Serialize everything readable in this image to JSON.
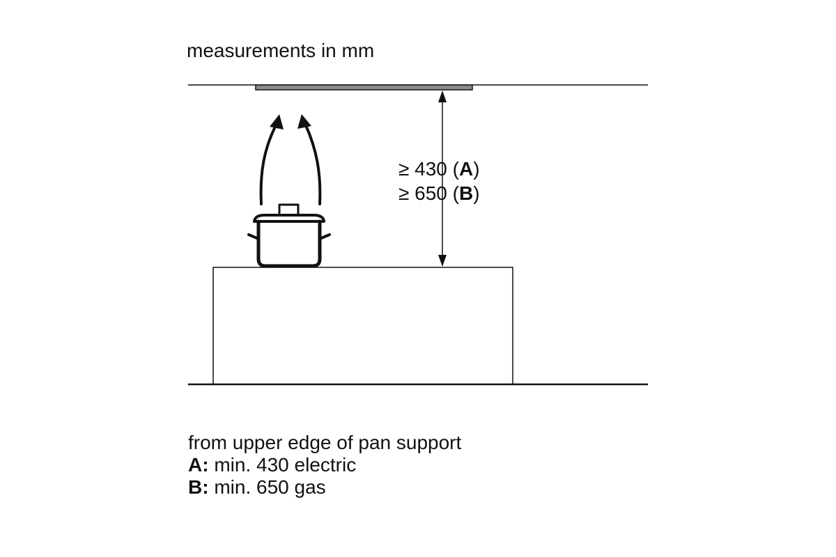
{
  "diagram": {
    "title": "measurements in mm",
    "dimension": {
      "symbol": "≥",
      "line_a": {
        "value": "430",
        "open": "(",
        "letter": "A",
        "close": ")"
      },
      "line_b": {
        "value": "650",
        "open": "(",
        "letter": "B",
        "close": ")"
      }
    },
    "legend": {
      "note": "from upper edge of pan support",
      "a": {
        "key": "A:",
        "text": "min. 430 electric"
      },
      "b": {
        "key": "B:",
        "text": "min. 650 gas"
      }
    },
    "colors": {
      "line": "#111111",
      "hood_panel": "#8c8c8c",
      "background": "#ffffff"
    }
  }
}
